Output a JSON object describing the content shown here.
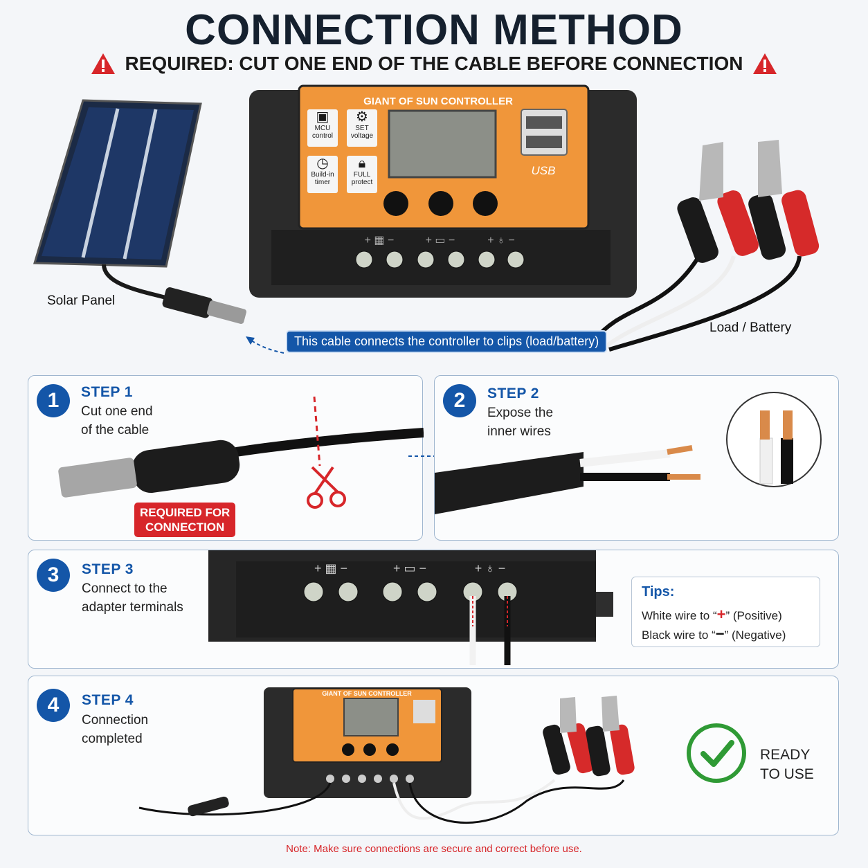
{
  "header": {
    "title": "CONNECTION METHOD",
    "subtitle": "REQUIRED: CUT ONE END OF THE CABLE BEFORE CONNECTION"
  },
  "controller": {
    "brand": "GIANT OF SUN CONTROLLER",
    "features": [
      {
        "icon": "chip-icon",
        "line1": "MCU",
        "line2": "control"
      },
      {
        "icon": "gear-icon",
        "line1": "SET",
        "line2": "voltage"
      },
      {
        "icon": "clock-icon",
        "line1": "Build-in",
        "line2": "timer"
      },
      {
        "icon": "lock-icon",
        "line1": "FULL",
        "line2": "protect"
      }
    ],
    "usb_label": "USB"
  },
  "labels": {
    "solar_panel": "Solar Panel",
    "load_battery": "Load / Battery",
    "cable_callout": "This cable connects the controller to clips (load/battery)"
  },
  "steps": [
    {
      "number": "1",
      "title": "STEP 1",
      "text": "Cut one end\nof the cable"
    },
    {
      "number": "2",
      "title": "STEP 2",
      "text": "Expose the\ninner wires"
    },
    {
      "number": "3",
      "title": "STEP 3",
      "text": "Connect to the\nadapter terminals"
    },
    {
      "number": "4",
      "title": "STEP 4",
      "text": "Connection\ncompleted"
    }
  ],
  "required_badge": "REQUIRED FOR\nCONNECTION",
  "tips": {
    "title": "Tips:",
    "white_prefix": "White wire  to “",
    "white_symbol": "+",
    "white_suffix": "” (Positive)",
    "black_prefix": "Black wire  to “",
    "black_symbol": "−",
    "black_suffix": "” (Negative)"
  },
  "ready": "READY\nTO USE",
  "note": "Note: Make sure connections are secure and correct before use.",
  "colors": {
    "accent_blue": "#1456a8",
    "warning_red": "#d7262a",
    "controller_orange": "#f0963a",
    "ready_green": "#2f9a35"
  }
}
